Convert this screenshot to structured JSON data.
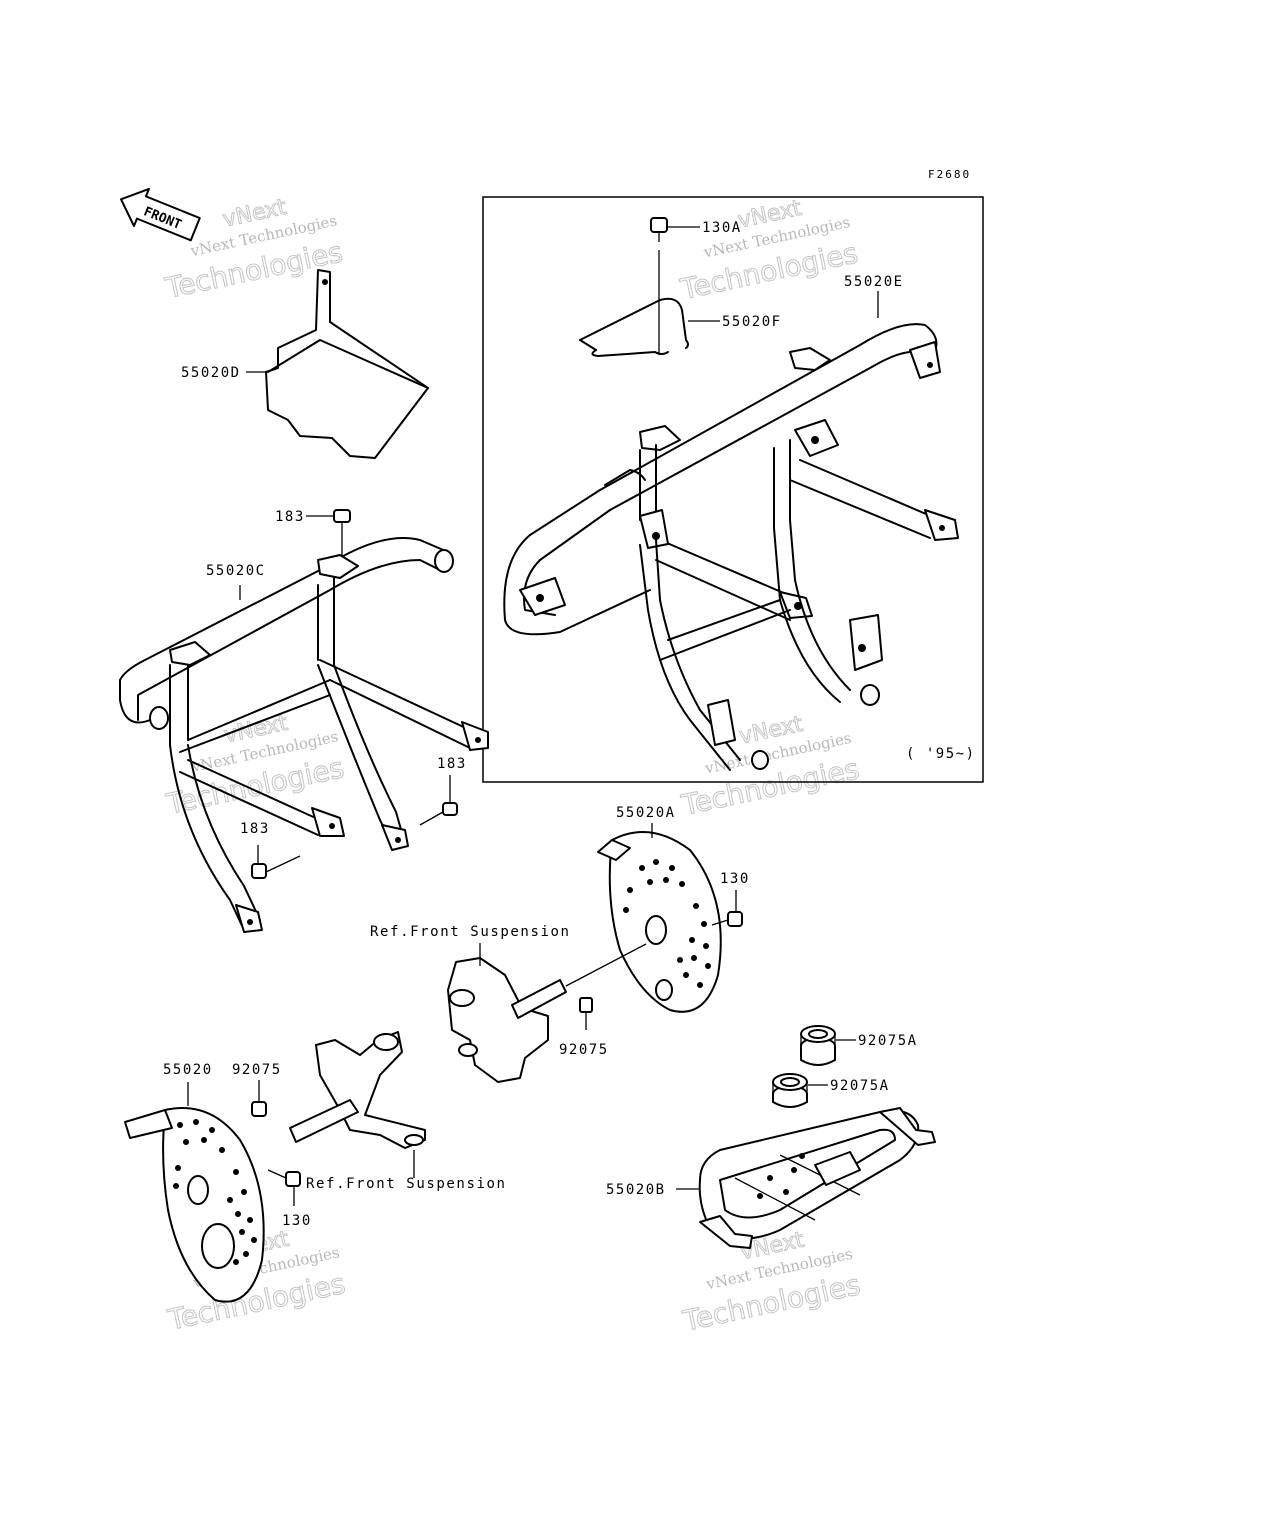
{
  "diagram": {
    "figure_code": "F2680",
    "front_arrow": "FRONT",
    "inset_year": "( '95~)",
    "labels": {
      "p55020D": "55020D",
      "p183_top": "183",
      "p55020C": "55020C",
      "p183_mid": "183",
      "p183_low": "183",
      "p130A": "130A",
      "p55020F": "55020F",
      "p55020E": "55020E",
      "p55020A": "55020A",
      "p130_right": "130",
      "ref_suspension_1": "Ref.Front Suspension",
      "p92075_mid": "92075",
      "p55020": "55020",
      "p92075_left": "92075",
      "ref_suspension_2": "Ref.Front Suspension",
      "p130_left": "130",
      "p92075A_1": "92075A",
      "p92075A_2": "92075A",
      "p55020B": "55020B"
    },
    "watermark": {
      "line_top": "vNext",
      "line_mid": "vNext Technologies",
      "line_big": "Technologies"
    }
  }
}
